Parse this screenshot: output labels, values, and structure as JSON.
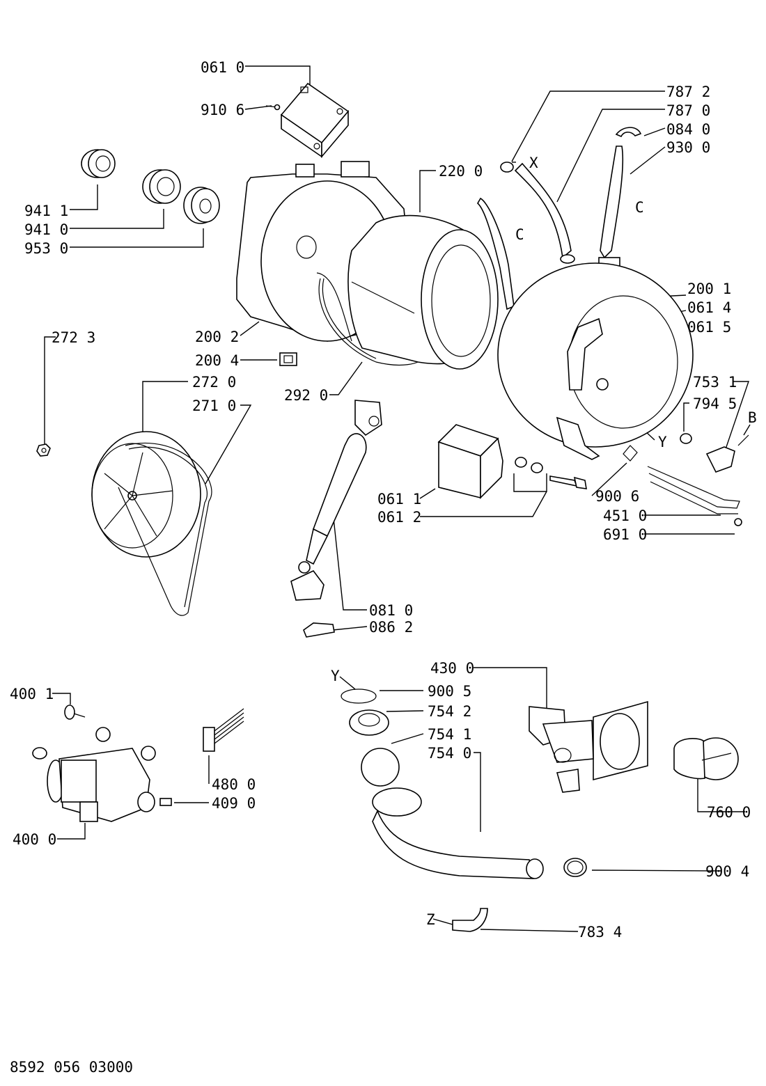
{
  "doc_code": "8592 056 03000",
  "labels": {
    "l0610": "061 0",
    "l9106": "910 6",
    "l7872": "787 2",
    "l7870": "787 0",
    "l0840": "084 0",
    "l9300": "930 0",
    "lX": "X",
    "l2200": "220 0",
    "lC1": "C",
    "lC2": "C",
    "l9411": "941 1",
    "l9410": "941 0",
    "l9530": "953 0",
    "l2001": "200 1",
    "l0614": "061 4",
    "l0615": "061 5",
    "l2723": "272 3",
    "l2002": "200 2",
    "l2004": "200 4",
    "l2720": "272 0",
    "l2710": "271 0",
    "l2920": "292 0",
    "l7531": "753 1",
    "l7945": "794 5",
    "lB": "B",
    "lY1": "Y",
    "l0611": "061 1",
    "l0612": "061 2",
    "l9006": "900 6",
    "l4510": "451 0",
    "l6910": "691 0",
    "l0810": "081 0",
    "l0862": "086 2",
    "l4300": "430 0",
    "lY2": "Y",
    "l9005": "900 5",
    "l7542": "754 2",
    "l7541": "754 1",
    "l7540": "754 0",
    "l4001": "400 1",
    "l4800": "480 0",
    "l4090": "409 0",
    "l4000": "400 0",
    "l7600": "760 0",
    "l9004": "900 4",
    "lZ": "Z",
    "l7834": "783 4"
  }
}
